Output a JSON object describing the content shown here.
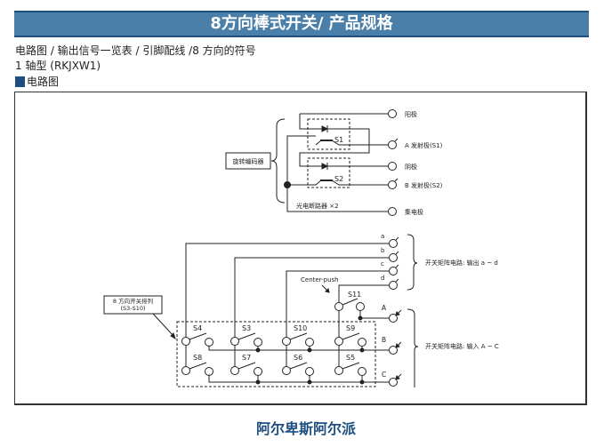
{
  "header": {
    "title": "8方向棒式开关/ 产品规格"
  },
  "intro": {
    "line1": "电路图 / 输出信号一览表 / 引脚配线 /8 方向的符号",
    "line2": "1 轴型 (RKJXW1)"
  },
  "section": {
    "title": "电路图"
  },
  "diagram": {
    "encoder_box": "旋转编码器",
    "photo_interrupter": "光电断路器 ×2",
    "s1": "S1",
    "s2": "S2",
    "encoder_terminals": [
      {
        "id": "anode",
        "label": "阳极"
      },
      {
        "id": "emitter-a",
        "label": "A 发射极(S1)"
      },
      {
        "id": "cathode",
        "label": "阴极"
      },
      {
        "id": "emitter-b",
        "label": "B 发射极(S2)"
      },
      {
        "id": "collector",
        "label": "集电极"
      }
    ],
    "outputs": [
      "a",
      "b",
      "c",
      "d"
    ],
    "inputs": [
      "A",
      "B",
      "C"
    ],
    "output_group_label": "开关矩阵电路: 输出 a ~ d",
    "input_group_label": "开关矩阵电路: 输入 A ~ C",
    "center_push_label": "Center-push",
    "s11": "S11",
    "switch_array_label_line1": "8 方向开关排列",
    "switch_array_label_line2": "(S3-S10)",
    "switches_row1": [
      "S4",
      "S3",
      "S10",
      "S9"
    ],
    "switches_row2": [
      "S8",
      "S7",
      "S6",
      "S5"
    ]
  },
  "colors": {
    "header_bg": "#4a7faa",
    "header_border": "#1e4f80",
    "footer_text": "#1e4f80"
  },
  "footer": {
    "brand": "阿尔卑斯阿尔派"
  }
}
